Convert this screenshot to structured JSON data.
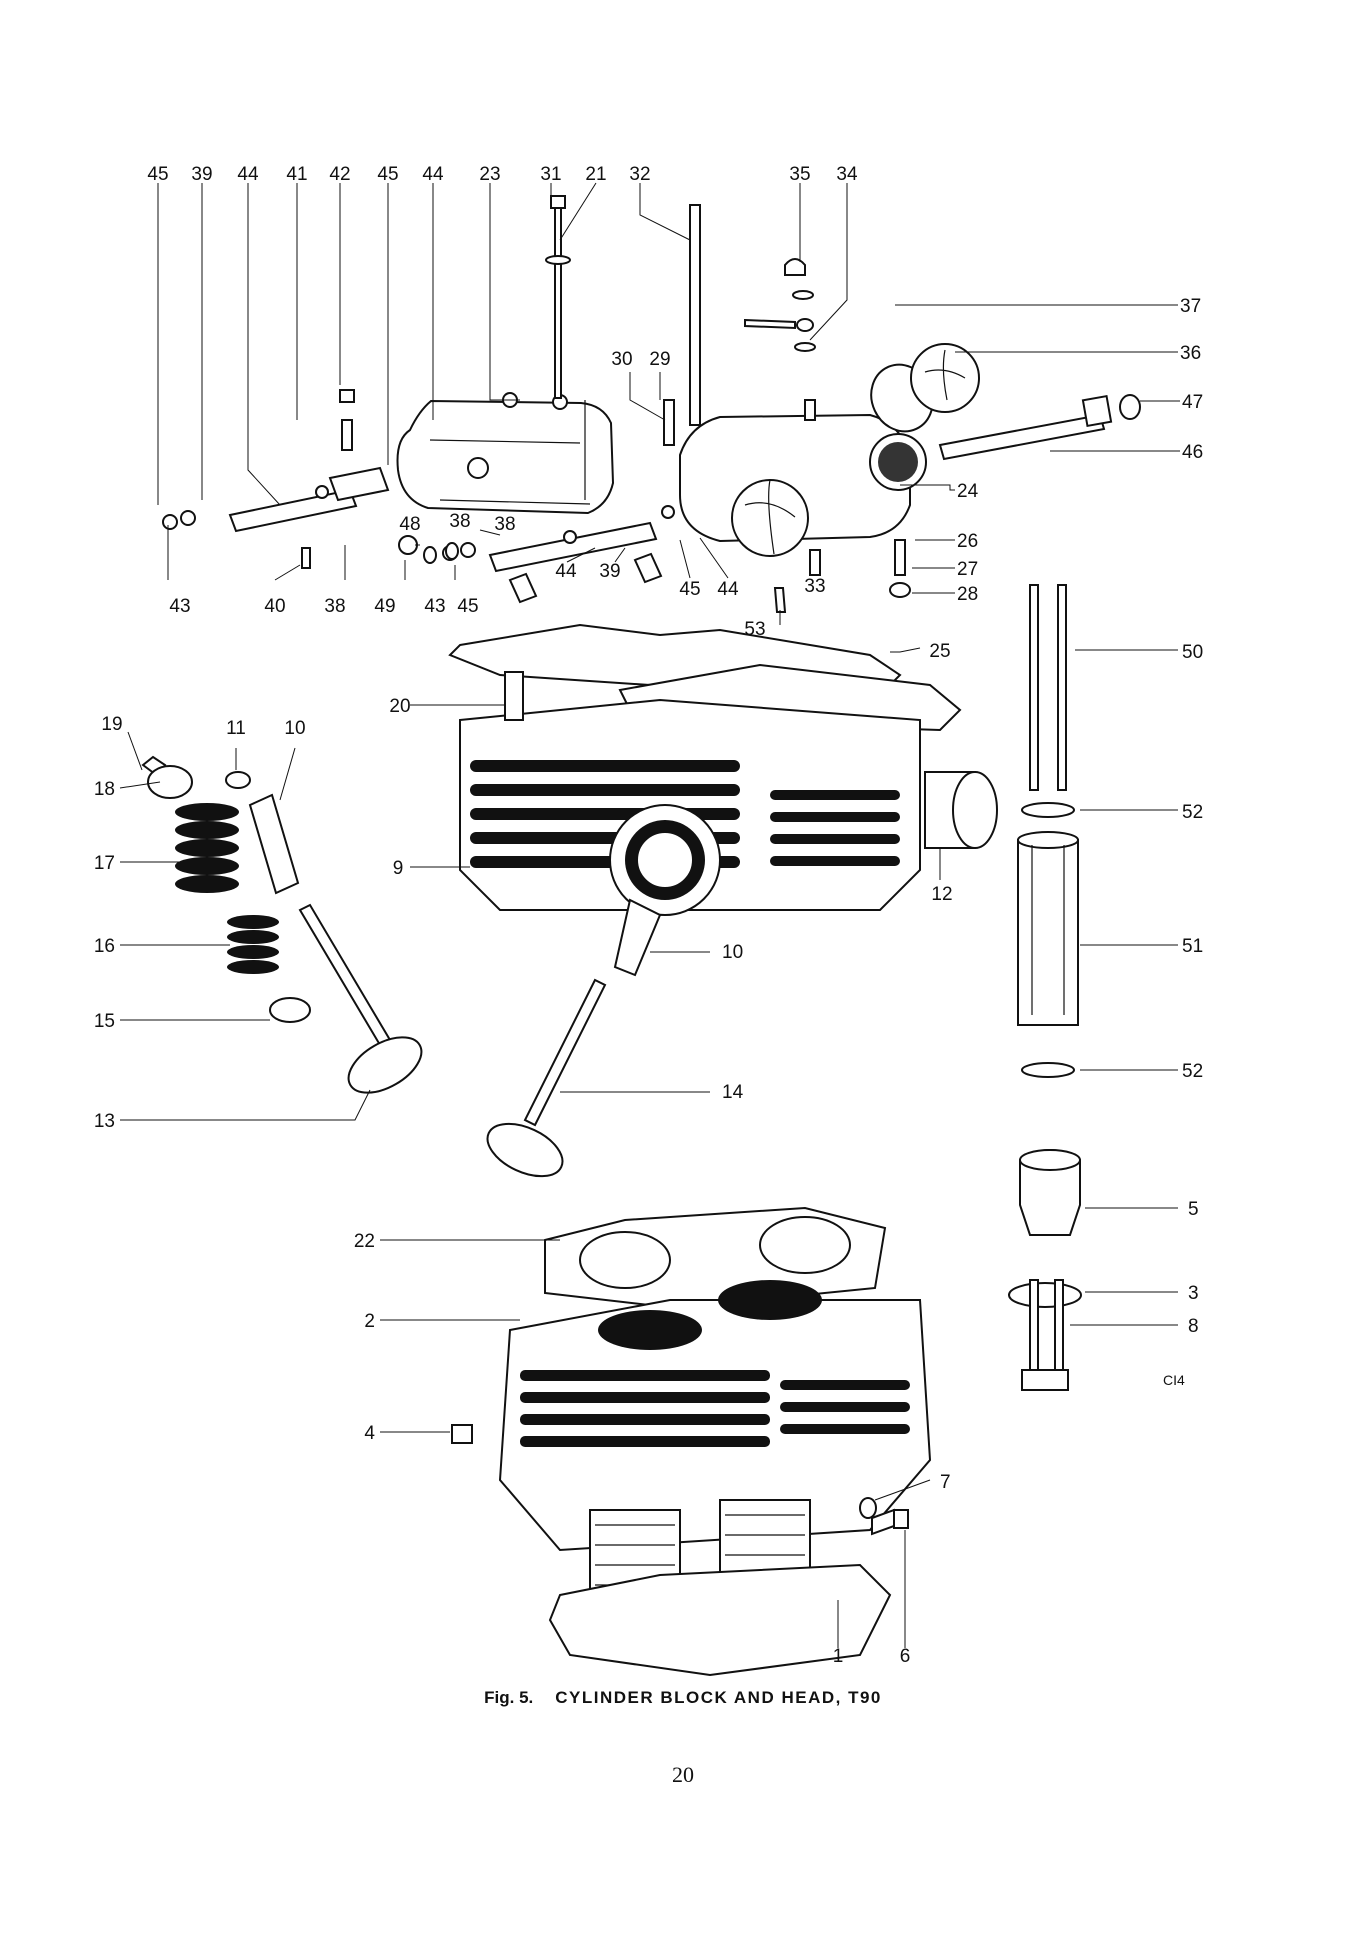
{
  "figure": {
    "number": "Fig. 5.",
    "title": "CYLINDER BLOCK AND HEAD, T90",
    "drawing_code": "CI4",
    "page_number": "20"
  },
  "callouts": [
    "1",
    "2",
    "3",
    "4",
    "5",
    "6",
    "7",
    "8",
    "9",
    "10",
    "10",
    "11",
    "12",
    "13",
    "14",
    "15",
    "16",
    "17",
    "18",
    "19",
    "20",
    "21",
    "22",
    "23",
    "24",
    "25",
    "26",
    "27",
    "28",
    "29",
    "30",
    "31",
    "32",
    "33",
    "34",
    "35",
    "36",
    "37",
    "38",
    "38",
    "38",
    "39",
    "39",
    "40",
    "41",
    "42",
    "43",
    "43",
    "44",
    "44",
    "44",
    "44",
    "44",
    "45",
    "45",
    "45",
    "45",
    "46",
    "47",
    "48",
    "49",
    "50",
    "51",
    "52",
    "52",
    "53"
  ]
}
